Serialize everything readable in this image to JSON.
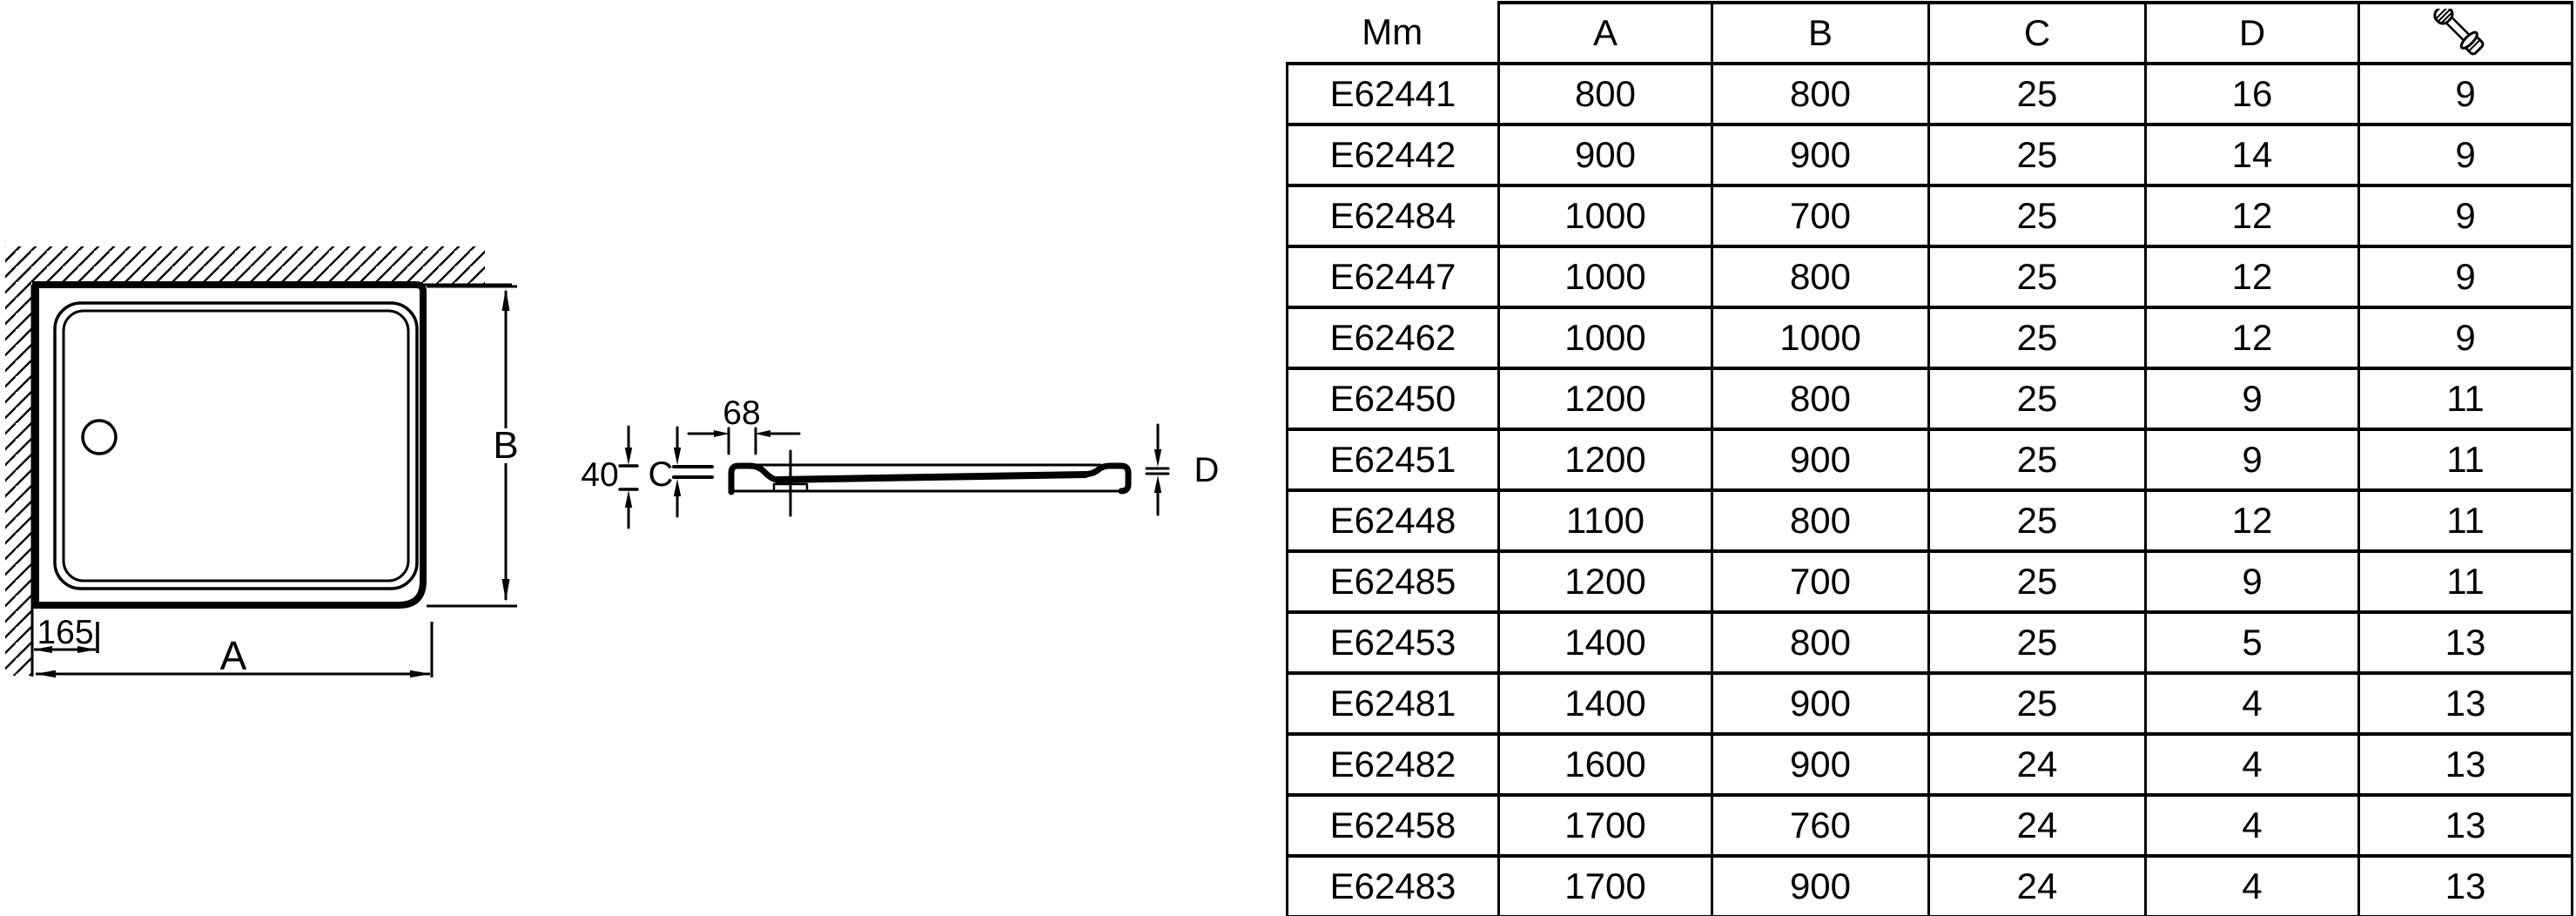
{
  "colors": {
    "ink": "#000000",
    "paper": "#ffffff"
  },
  "drawing": {
    "top_view": {
      "offset_label": "165",
      "width_label": "A",
      "depth_label": "B"
    },
    "profile_view": {
      "ledge_label": "68",
      "height_label": "40",
      "c_label": "C",
      "d_label": "D"
    }
  },
  "table": {
    "columns": [
      "Mm",
      "A",
      "B",
      "C",
      "D"
    ],
    "last_column_icon": "threaded-foot-icon",
    "rows": [
      [
        "E62441",
        "800",
        "800",
        "25",
        "16",
        "9"
      ],
      [
        "E62442",
        "900",
        "900",
        "25",
        "14",
        "9"
      ],
      [
        "E62484",
        "1000",
        "700",
        "25",
        "12",
        "9"
      ],
      [
        "E62447",
        "1000",
        "800",
        "25",
        "12",
        "9"
      ],
      [
        "E62462",
        "1000",
        "1000",
        "25",
        "12",
        "9"
      ],
      [
        "E62450",
        "1200",
        "800",
        "25",
        "9",
        "11"
      ],
      [
        "E62451",
        "1200",
        "900",
        "25",
        "9",
        "11"
      ],
      [
        "E62448",
        "1100",
        "800",
        "25",
        "12",
        "11"
      ],
      [
        "E62485",
        "1200",
        "700",
        "25",
        "9",
        "11"
      ],
      [
        "E62453",
        "1400",
        "800",
        "25",
        "5",
        "13"
      ],
      [
        "E62481",
        "1400",
        "900",
        "25",
        "4",
        "13"
      ],
      [
        "E62482",
        "1600",
        "900",
        "24",
        "4",
        "13"
      ],
      [
        "E62458",
        "1700",
        "760",
        "24",
        "4",
        "13"
      ],
      [
        "E62483",
        "1700",
        "900",
        "24",
        "4",
        "13"
      ]
    ]
  }
}
